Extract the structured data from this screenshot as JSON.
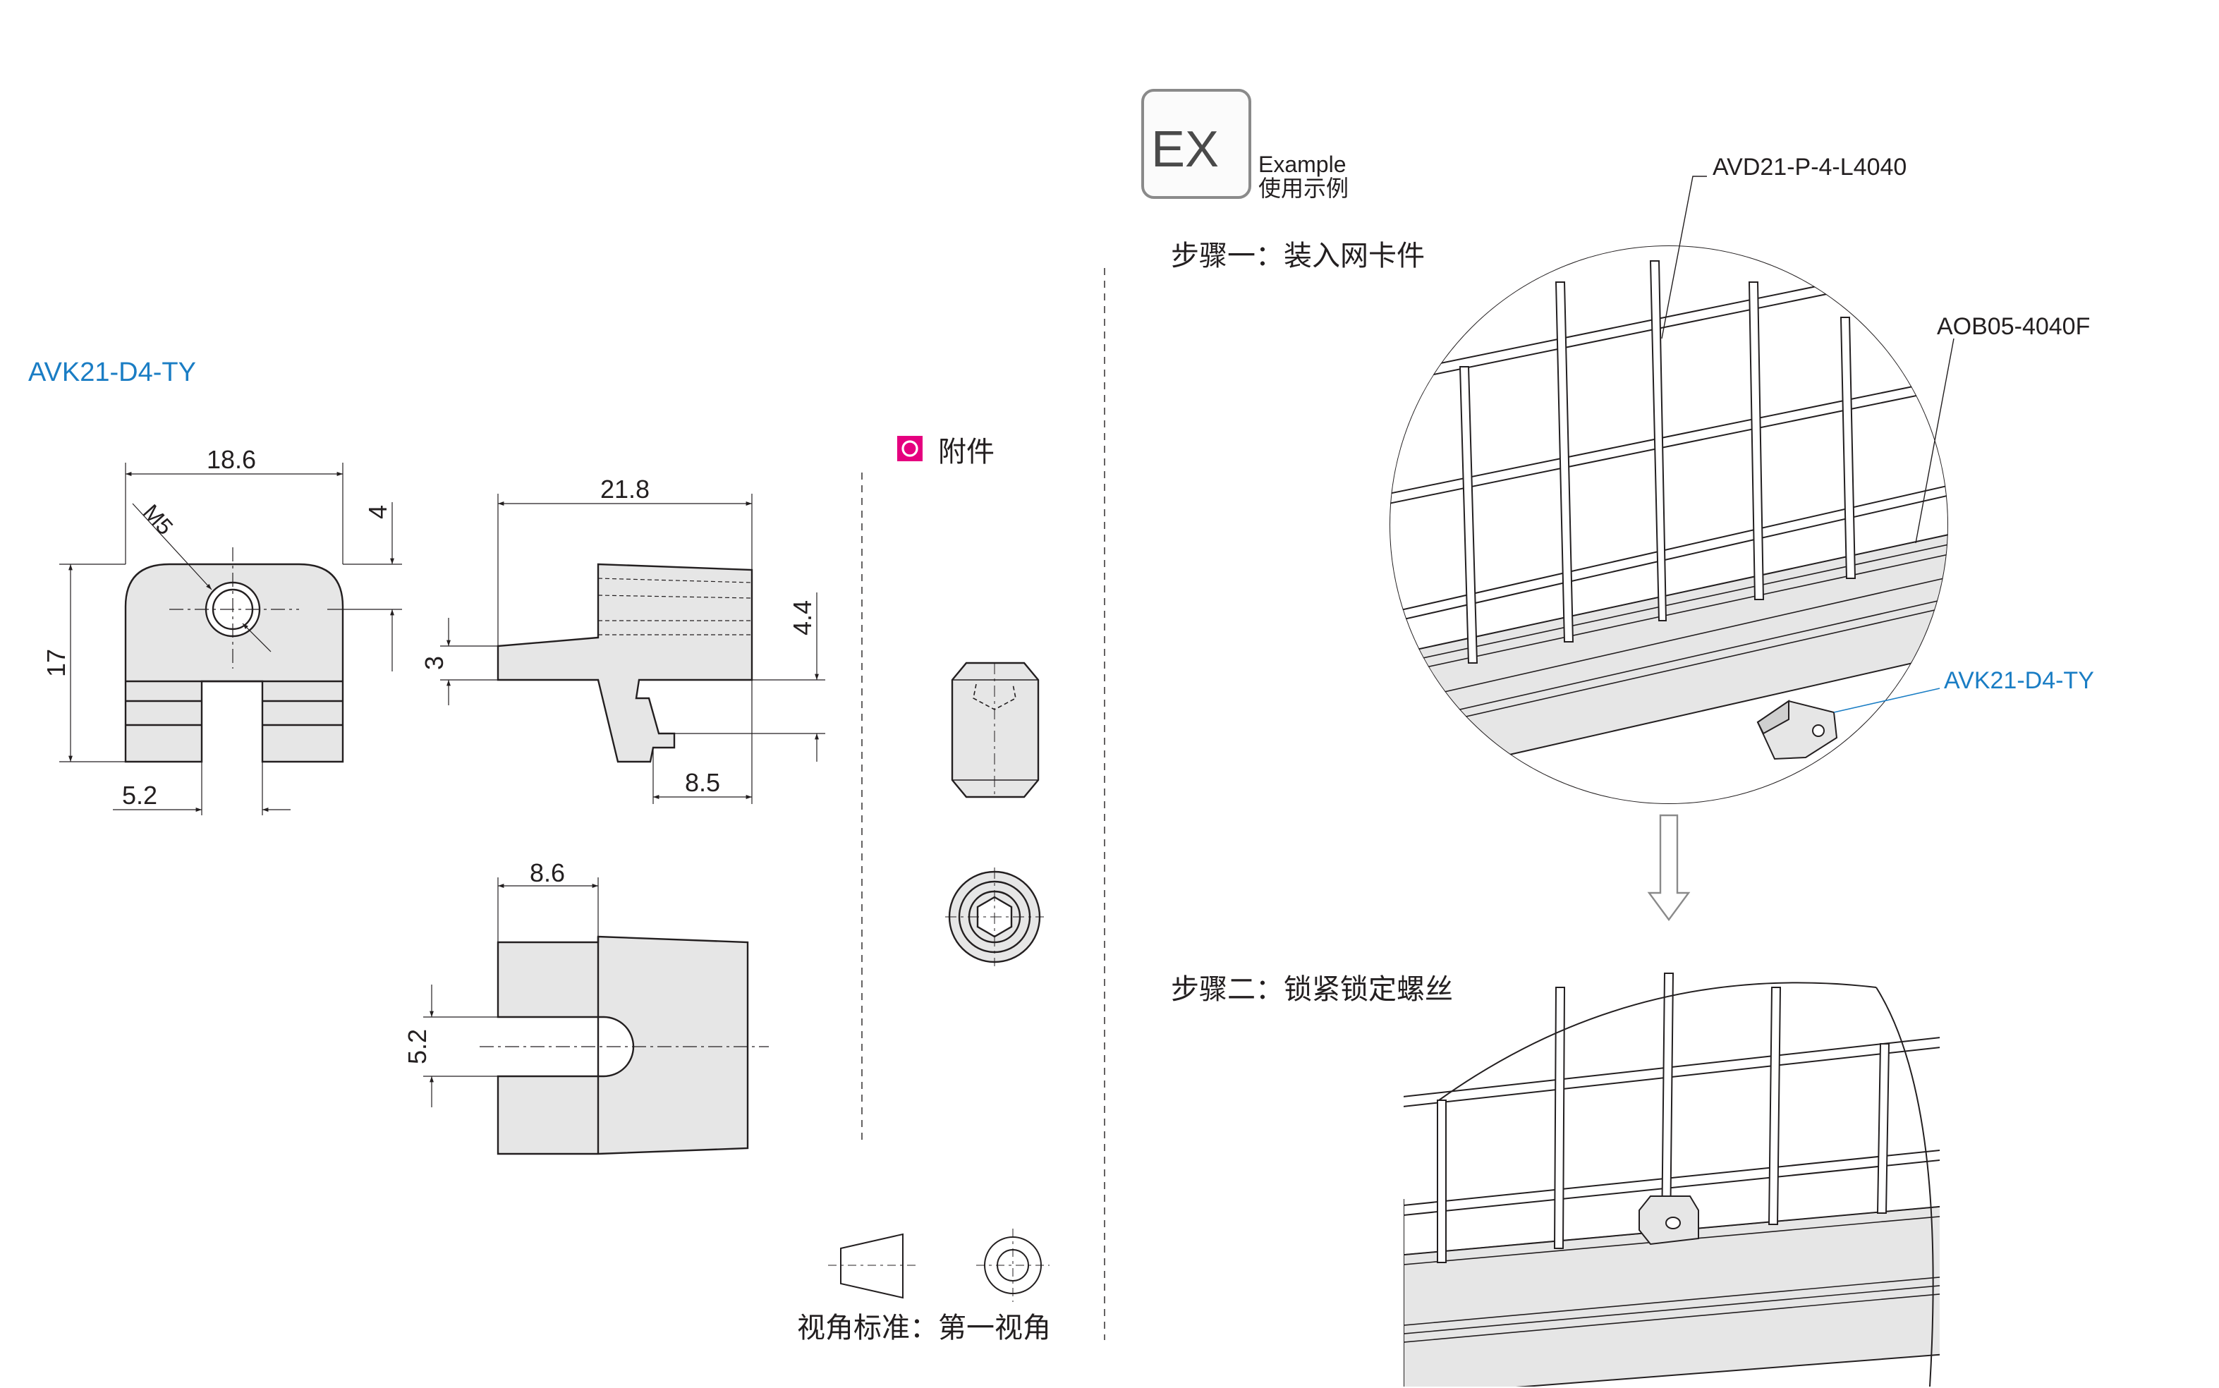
{
  "part_title": "AVK21-D4-TY",
  "dimensions": {
    "width": "18.6",
    "thread": "M5",
    "top_offset": "4",
    "height": "17",
    "slot": "5.2",
    "length": "21.8",
    "tab": "3",
    "hook_height": "4.4",
    "hook_length": "8.5",
    "bottom_width": "8.6",
    "bottom_slot": "5.2"
  },
  "accessory": {
    "label": "附件",
    "marker_color": "#e5007f"
  },
  "projection": {
    "label": "视角标准：第一视角"
  },
  "example": {
    "badge": "EX",
    "label_en": "Example",
    "label_cn": "使用示例",
    "step1": "步骤一：装入网卡件",
    "step2": "步骤二：锁紧锁定螺丝",
    "callout_panel": "AVD21-P-4-L4040",
    "callout_profile": "AOB05-4040F",
    "callout_part": "AVK21-D4-TY"
  },
  "colors": {
    "accent": "#1a7dc4",
    "line": "#231f20",
    "fill": "#e6e6e6",
    "fill_dark": "#cfcfcf"
  }
}
